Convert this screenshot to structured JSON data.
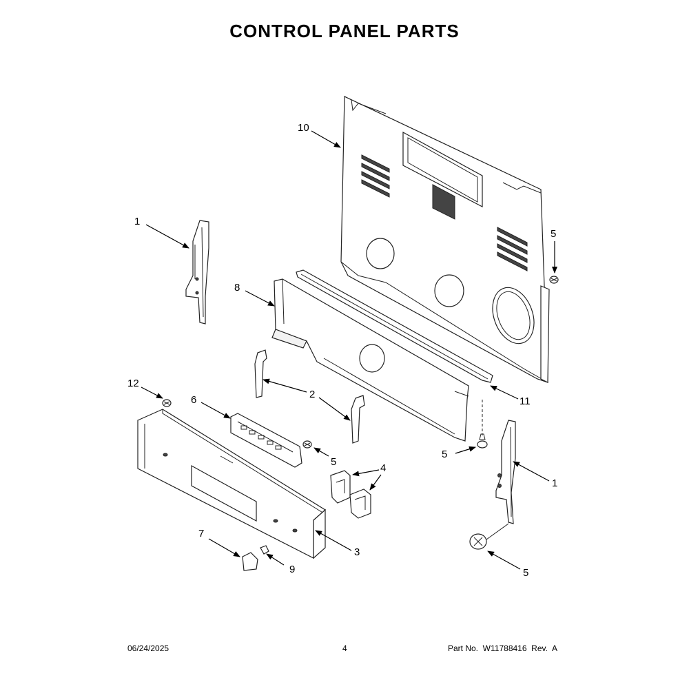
{
  "page": {
    "title": "CONTROL PANEL PARTS",
    "date": "06/24/2025",
    "page_number": "4",
    "part_number": "Part No.  W11788416  Rev.  A"
  },
  "callouts": [
    {
      "id": "c10",
      "label": "10"
    },
    {
      "id": "c1a",
      "label": "1"
    },
    {
      "id": "c5a",
      "label": "5"
    },
    {
      "id": "c8",
      "label": "8"
    },
    {
      "id": "c12",
      "label": "12"
    },
    {
      "id": "c6",
      "label": "6"
    },
    {
      "id": "c2",
      "label": "2"
    },
    {
      "id": "c11",
      "label": "11"
    },
    {
      "id": "c5b",
      "label": "5"
    },
    {
      "id": "c5c",
      "label": "5"
    },
    {
      "id": "c4",
      "label": "4"
    },
    {
      "id": "c1b",
      "label": "1"
    },
    {
      "id": "c7",
      "label": "7"
    },
    {
      "id": "c9",
      "label": "9"
    },
    {
      "id": "c3",
      "label": "3"
    },
    {
      "id": "c5d",
      "label": "5"
    }
  ]
}
